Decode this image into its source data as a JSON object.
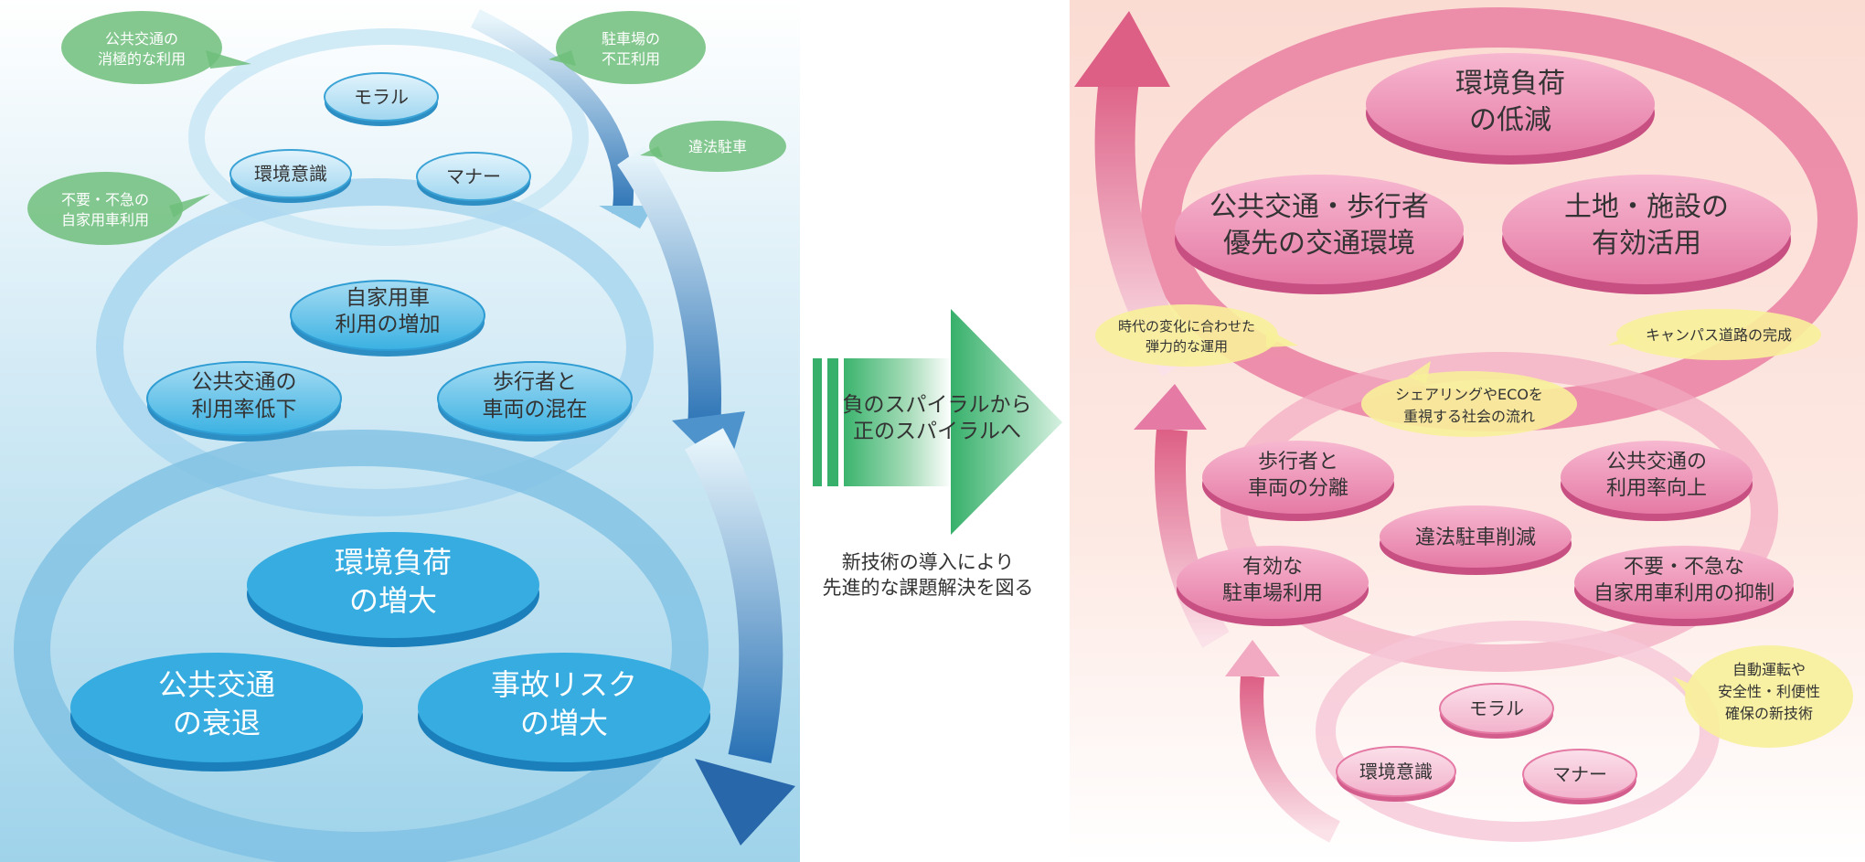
{
  "negative": {
    "callouts": [
      {
        "id": "passive-transit",
        "lines": [
          "公共交通の",
          "消極的な利用"
        ]
      },
      {
        "id": "illegal-parking-use",
        "lines": [
          "駐車場の",
          "不正利用"
        ]
      },
      {
        "id": "illegal-parking",
        "lines": [
          "違法駐車"
        ]
      },
      {
        "id": "unnecessary-car",
        "lines": [
          "不要・不急の",
          "自家用車利用"
        ]
      }
    ],
    "top_ovals": {
      "moral": "モラル",
      "environment": "環境意識",
      "manner": "マナー"
    },
    "middle_ovals": {
      "car_increase": [
        "自家用車",
        "利用の増加"
      ],
      "transit_decline": [
        "公共交通の",
        "利用率低下"
      ],
      "mixed": [
        "歩行者と",
        "車両の混在"
      ]
    },
    "bottom_ovals": {
      "env_load": [
        "環境負荷",
        "の増大"
      ],
      "transit_recession": [
        "公共交通",
        "の衰退"
      ],
      "accident": [
        "事故リスク",
        "の増大"
      ]
    }
  },
  "transition": {
    "arrow_lines": [
      "負のスパイラルから",
      "正のスパイラルへ"
    ],
    "caption_lines": [
      "新技術の導入により",
      "先進的な課題解決を図る"
    ]
  },
  "positive": {
    "top_ovals": {
      "env_reduce": [
        "環境負荷",
        "の低減"
      ],
      "pedestrian_priority": [
        "公共交通・歩行者",
        "優先の交通環境"
      ],
      "land_use": [
        "土地・施設の",
        "有効活用"
      ]
    },
    "callouts": [
      {
        "id": "flexible",
        "lines": [
          "時代の変化に合わせた",
          "弾力的な運用"
        ]
      },
      {
        "id": "campus-road",
        "lines": [
          "キャンパス道路の完成"
        ]
      },
      {
        "id": "sharing",
        "lines": [
          "シェアリングやECOを",
          "重視する社会の流れ"
        ]
      },
      {
        "id": "new-tech",
        "lines": [
          "自動運転や",
          "安全性・利便性",
          "確保の新技術"
        ]
      }
    ],
    "middle_ovals": {
      "separation": [
        "歩行者と",
        "車両の分離"
      ],
      "transit_up": [
        "公共交通の",
        "利用率向上"
      ],
      "parking_reduce": [
        "違法駐車削減"
      ],
      "effective_parking": [
        "有効な",
        "駐車場利用"
      ],
      "car_suppress": [
        "不要・不急な",
        "自家用車利用の抑制"
      ]
    },
    "bottom_ovals": {
      "moral": "モラル",
      "environment": "環境意識",
      "manner": "マナー"
    }
  }
}
